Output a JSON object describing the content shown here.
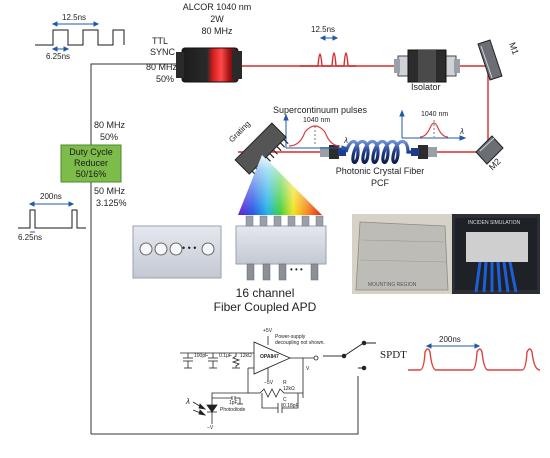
{
  "colors": {
    "laser_beam": "#d82b2b",
    "wiring": "#333333",
    "duty_cycle_box": "#7dbb4a",
    "pulse_curve": "#e04040",
    "laser_body": "#1a1a1a",
    "grating": "#555555"
  },
  "timing_top": {
    "period": "12.5ns",
    "width": "6.25ns"
  },
  "timing_left": {
    "period": "200ns",
    "width": "6.25ns"
  },
  "laser": {
    "name": "ALCOR 1040 nm",
    "power": "2W",
    "rate": "80 MHz"
  },
  "sync": {
    "line1": "TTL",
    "line2": "SYNC",
    "rate": "80 MHz",
    "duty": "50%"
  },
  "beam_pulse_period": "12.5ns",
  "isolator_label": "Isolator",
  "mirror1_label": "M1",
  "mirror2_label": "M2",
  "duty_cycle": {
    "line1": "Duty Cycle",
    "line2": "Reducer",
    "line3": "50/16%",
    "in_rate": "80 MHz",
    "in_duty": "50%",
    "out_rate": "50 MHz",
    "out_duty": "3.125%"
  },
  "supercontinuum_label": "Supercontinuum pulses",
  "spectrum_left": {
    "peak": "1040 nm",
    "axis": "λ"
  },
  "spectrum_right": {
    "peak": "1040 nm",
    "axis": "λ"
  },
  "grating_label": "Grating",
  "pcf": {
    "line1": "Photonic Crystal Fiber",
    "line2": "PCF"
  },
  "apd": {
    "line1": "16 channel",
    "line2": "Fiber Coupled APD",
    "dots": "• • •",
    "pin_dots": "• • •"
  },
  "photo": {
    "label_top": "INCIDEN SIMULATION",
    "label_bottom": "MOUNTING REGION"
  },
  "circuit": {
    "supply_pos": "+5V",
    "supply_note_1": "Power-supply",
    "supply_note_2": "decoupling not shown.",
    "cap1": "100pF",
    "cap2": "0.1μF",
    "res1": "12kΩ",
    "opamp": "OPA847",
    "supply_neg": "−5V",
    "vout": "V",
    "rf": "R",
    "rf_val": "12kΩ",
    "cf": "C",
    "cf_val": "0.18pF",
    "photodiode_cap": "1pF",
    "photodiode_label": "Photodiode",
    "lambda": "λ",
    "vb": "−V"
  },
  "spdt_label": "SPDT",
  "output_period": "200ns"
}
